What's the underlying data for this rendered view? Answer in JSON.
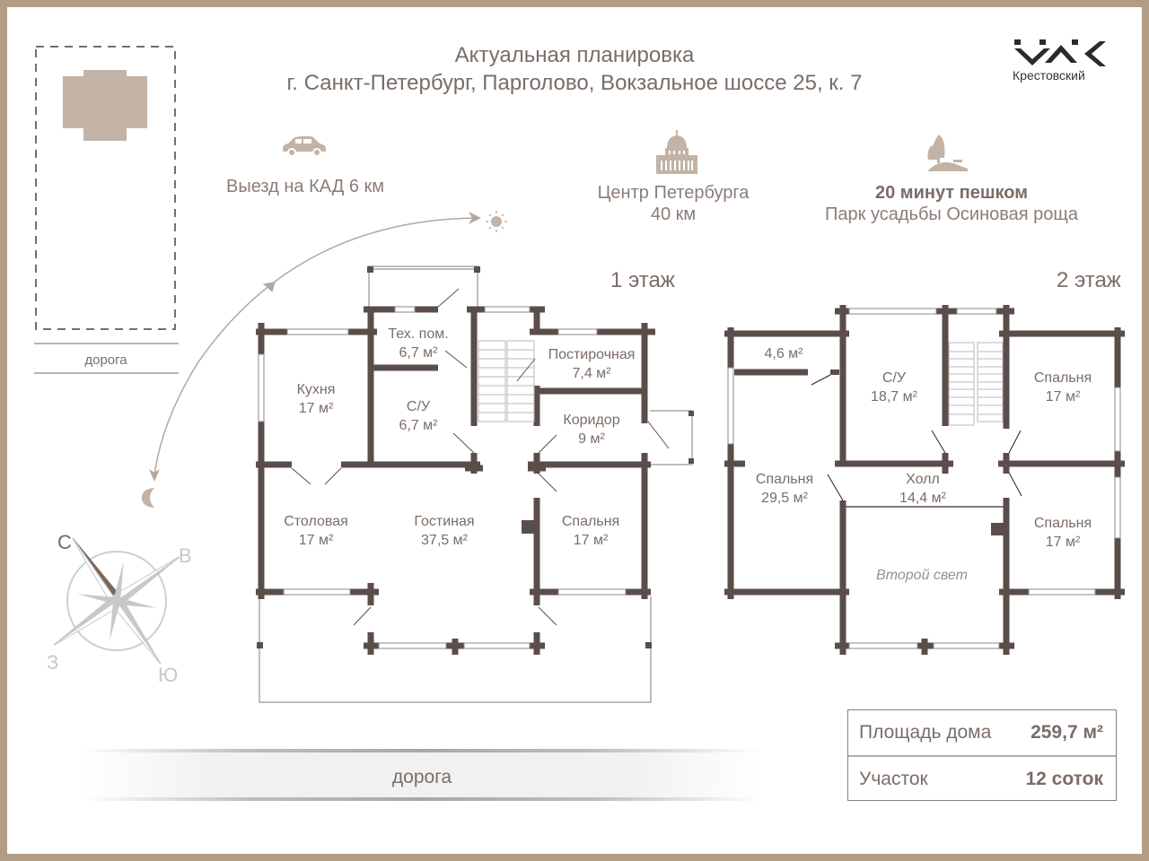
{
  "header": {
    "title": "Актуальная планировка",
    "address": "г. Санкт-Петербург, Парголово, Вокзальное шоссе 25, к. 7"
  },
  "logo": {
    "icon": "krestovsky-logo-icon",
    "name": "Крестовский"
  },
  "info_items": [
    {
      "icon": "car-icon",
      "line1": "Выезд на КАД 6 км",
      "line2": ""
    },
    {
      "icon": "cathedral-icon",
      "line1": "Центр Петербурга",
      "line2": "40 км"
    },
    {
      "icon": "park-tree-icon",
      "line1": "20 минут пешком",
      "line2": "Парк усадьбы Осиновая роща"
    }
  ],
  "site_plan": {
    "road_label": "дорога",
    "icons": [
      "house-footprint-icon"
    ]
  },
  "sun_path": {
    "sun_icon": "sun-icon",
    "moon_icon": "moon-icon"
  },
  "compass": {
    "north": "С",
    "east": "В",
    "south": "Ю",
    "west": "З",
    "colors": {
      "north": "#7d6656",
      "other": "#c8c8c8"
    }
  },
  "floors": [
    {
      "label": "1 этаж",
      "rooms": [
        {
          "name": "Тех. пом.",
          "area": "6,7 м²"
        },
        {
          "name": "Постирочная",
          "area": "7,4 м²"
        },
        {
          "name": "Кухня",
          "area": "17 м²"
        },
        {
          "name": "С/У",
          "area": "6,7 м²"
        },
        {
          "name": "Коридор",
          "area": "9 м²"
        },
        {
          "name": "Столовая",
          "area": "17 м²"
        },
        {
          "name": "Гостиная",
          "area": "37,5 м²"
        },
        {
          "name": "Спальня",
          "area": "17 м²"
        }
      ]
    },
    {
      "label": "2 этаж",
      "rooms": [
        {
          "name": "",
          "area": "4,6 м²"
        },
        {
          "name": "С/У",
          "area": "18,7 м²"
        },
        {
          "name": "Спальня",
          "area": "17 м²"
        },
        {
          "name": "Спальня",
          "area": "29,5 м²"
        },
        {
          "name": "Холл",
          "area": "14,4 м²"
        },
        {
          "name": "Спальня",
          "area": "17 м²"
        },
        {
          "name": "Второй свет",
          "area": ""
        }
      ]
    }
  ],
  "bottom_road": {
    "label": "дорога"
  },
  "summary": {
    "house_area_label": "Площадь дома",
    "house_area_value": "259,7 м²",
    "plot_label": "Участок",
    "plot_value": "12 соток"
  },
  "colors": {
    "frame": "#b39c84",
    "wall": "#5a4d4a",
    "text": "#7a6d66",
    "accent_icon": "#c2b3a6"
  }
}
